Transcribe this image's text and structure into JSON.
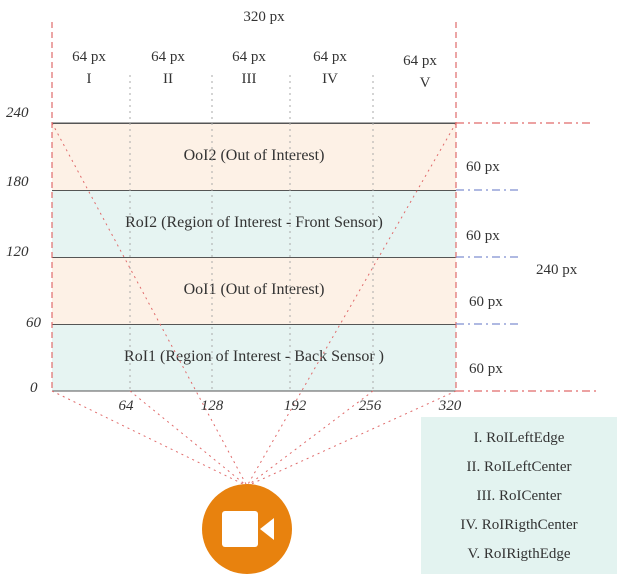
{
  "top_width": "320 px",
  "columns": [
    {
      "width": "64 px",
      "roman": "I"
    },
    {
      "width": "64 px",
      "roman": "II"
    },
    {
      "width": "64 px",
      "roman": "III"
    },
    {
      "width": "64 px",
      "roman": "IV"
    },
    {
      "width": "64 px",
      "roman": "V"
    }
  ],
  "y_ticks": [
    "240",
    "180",
    "120",
    "60",
    "0"
  ],
  "x_ticks": [
    "64",
    "128",
    "192",
    "256",
    "320"
  ],
  "bands": [
    {
      "label": "OoI2 (Out of Interest)",
      "height": "60 px",
      "color": "#fdf1e6"
    },
    {
      "label": "RoI2 (Region of Interest - Front Sensor)",
      "height": "60 px",
      "color": "#e6f4f2"
    },
    {
      "label": "OoI1 (Out of Interest)",
      "height": "60 px",
      "color": "#fdf1e6"
    },
    {
      "label": "RoI1 (Region of Interest - Back Sensor )",
      "height": "60 px",
      "color": "#e6f4f2"
    }
  ],
  "total_height": "240 px",
  "legend": [
    "I. RoILeftEdge",
    "II. RoILeftCenter",
    "III. RoICenter",
    "IV. RoIRigthCenter",
    "V. RoIRigthEdge"
  ],
  "camera": {
    "icon": "video-camera-icon",
    "color": "#e8820e"
  },
  "colors": {
    "dashed_red": "#e06b6b",
    "dashed_blue": "#7f8fd0",
    "legend_bg": "#e3f3f0",
    "frame": "#555555"
  }
}
